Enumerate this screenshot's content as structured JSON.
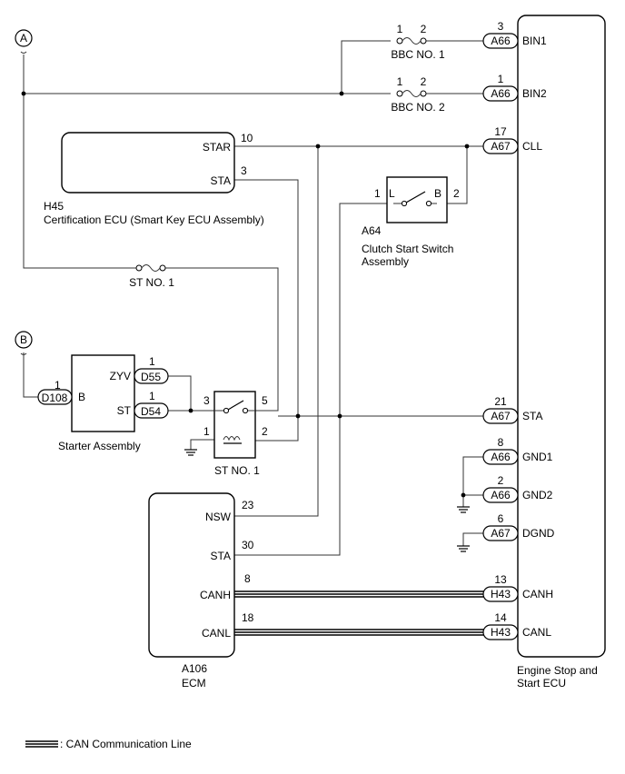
{
  "markers": {
    "a": "A",
    "b": "B"
  },
  "components": {
    "engine_ecu": {
      "name_line1": "Engine Stop and",
      "name_line2": "Start ECU"
    },
    "cert_ecu": {
      "code": "H45",
      "name": "Certification ECU (Smart Key ECU Assembly)",
      "pin_star": "STAR",
      "pin_sta": "STA",
      "pin_star_num": "10",
      "pin_sta_num": "3"
    },
    "clutch_switch": {
      "code": "A64",
      "name_line1": "Clutch Start Switch",
      "name_line2": "Assembly",
      "term_l": "L",
      "term_b": "B",
      "pin_l": "1",
      "pin_b": "2"
    },
    "starter": {
      "name": "Starter Assembly",
      "term_b": "B",
      "pin_zyv": "ZYV",
      "pin_st": "ST",
      "pin_b_num": "1",
      "pin_zyv_num": "1",
      "pin_st_num": "1",
      "conn_b": "D108",
      "conn_zyv": "D55",
      "conn_st": "D54"
    },
    "st_relay": {
      "name": "ST NO. 1",
      "pin_3": "3",
      "pin_5": "5",
      "pin_1": "1",
      "pin_2": "2"
    },
    "ecm": {
      "code": "A106",
      "name": "ECM",
      "pin_nsw": "NSW",
      "pin_sta": "STA",
      "pin_canh": "CANH",
      "pin_canl": "CANL",
      "pin_nsw_num": "23",
      "pin_sta_num": "30",
      "pin_canh_num": "8",
      "pin_canl_num": "18"
    }
  },
  "fuses": [
    {
      "label": "BBC NO. 1",
      "pin_in": "1",
      "pin_out": "2"
    },
    {
      "label": "BBC NO. 2",
      "pin_in": "1",
      "pin_out": "2"
    },
    {
      "label": "ST NO. 1"
    }
  ],
  "ecu_pins": [
    {
      "conn": "A66",
      "num": "3",
      "name": "BIN1"
    },
    {
      "conn": "A66",
      "num": "1",
      "name": "BIN2"
    },
    {
      "conn": "A67",
      "num": "17",
      "name": "CLL"
    },
    {
      "conn": "A67",
      "num": "21",
      "name": "STA"
    },
    {
      "conn": "A66",
      "num": "8",
      "name": "GND1"
    },
    {
      "conn": "A66",
      "num": "2",
      "name": "GND2"
    },
    {
      "conn": "A67",
      "num": "6",
      "name": "DGND"
    },
    {
      "conn": "H43",
      "num": "13",
      "name": "CANH"
    },
    {
      "conn": "H43",
      "num": "14",
      "name": "CANL"
    }
  ],
  "legend": {
    "can_line": ": CAN Communication Line"
  }
}
